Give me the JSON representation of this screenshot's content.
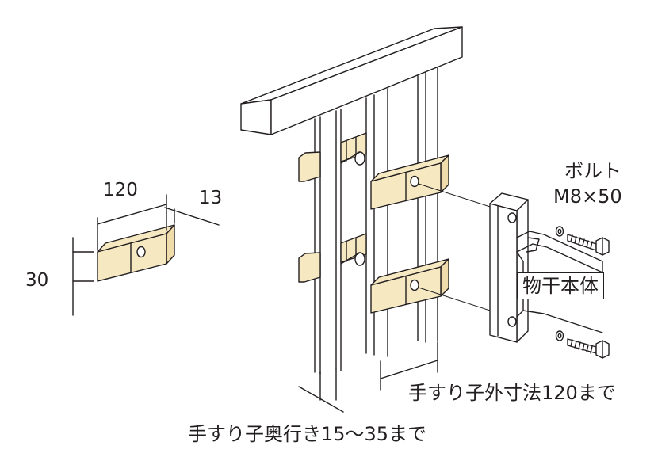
{
  "colors": {
    "line": "#231f20",
    "block": "#f6e9c2",
    "background": "#ffffff"
  },
  "dimensions": {
    "length": "120",
    "thickness": "13",
    "height": "30"
  },
  "labels": {
    "bolt_name": "ボルト",
    "bolt_size": "M8×50",
    "main_body": "物干本体",
    "outer_dimension": "手すり子外寸法120まで",
    "depth_dimension": "手すり子奥行き15〜35まで"
  }
}
